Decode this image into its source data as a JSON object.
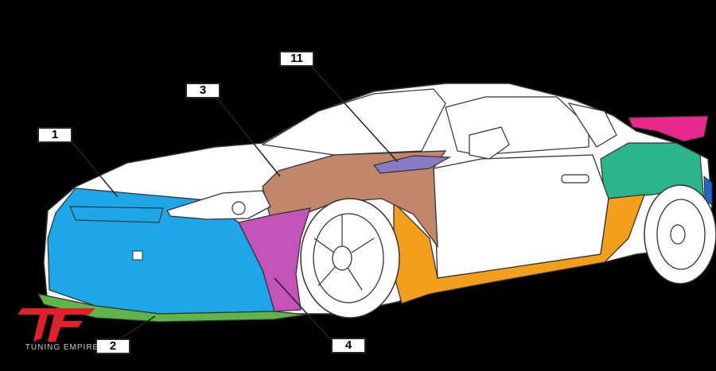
{
  "callouts": {
    "c1": "1",
    "c2": "2",
    "c3": "3",
    "c4": "4",
    "c11": "11"
  },
  "brand": {
    "name": "TUNING EMPIRE",
    "logo_color": "#e0202a"
  },
  "colors": {
    "front_bumper": "#1ea7e8",
    "front_lip": "#5fb545",
    "front_fender": "#c0876a",
    "front_wheel_arch": "#c454b8",
    "side_skirt_rear_arch": "#f2a01c",
    "rear_fender": "#2bb58a",
    "wing": "#e8288a",
    "fender_vent": "#8a7ac6",
    "body": "#ffffff",
    "outline": "#333333",
    "background": "#000000"
  }
}
